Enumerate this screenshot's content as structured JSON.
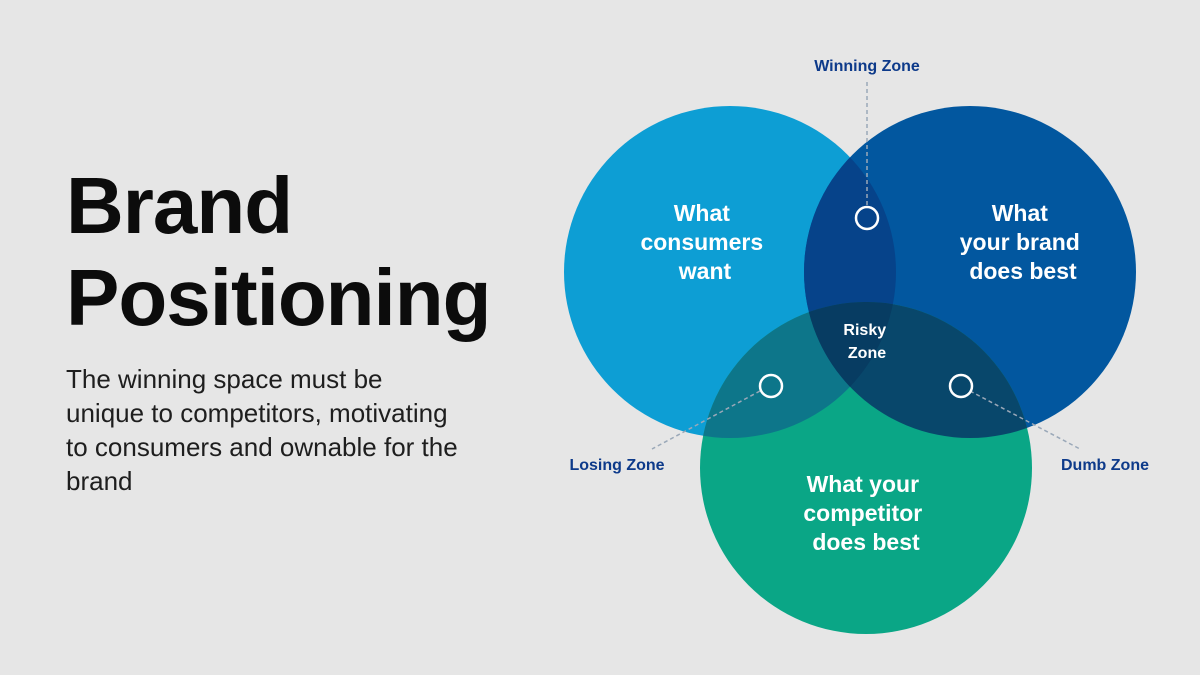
{
  "heading": {
    "line1": "Brand",
    "line2": "Positioning"
  },
  "description": "The winning space must be unique to competitors, motivating to consumers and ownable for the brand",
  "circles": {
    "consumers": {
      "lines": [
        "What",
        "consumers",
        "want"
      ],
      "color": "#0d9ed4"
    },
    "brand": {
      "lines": [
        "What",
        "your brand",
        "does best"
      ],
      "color": "#02579f"
    },
    "competitor": {
      "lines": [
        "What your",
        "competitor",
        "does best"
      ],
      "color": "#0aa686"
    }
  },
  "zones": {
    "winning": "Winning Zone",
    "risky": [
      "Risky",
      "Zone"
    ],
    "losing": "Losing Zone",
    "dumb": "Dumb Zone"
  },
  "colors": {
    "overlap_consumers_brand": "#06438a",
    "overlap_consumers_competitor": "#0d768a",
    "overlap_brand_competitor": "#08476b",
    "overlap_all": "#073c62",
    "zone_label": "#0d3a8a",
    "background": "#e6e6e6"
  }
}
